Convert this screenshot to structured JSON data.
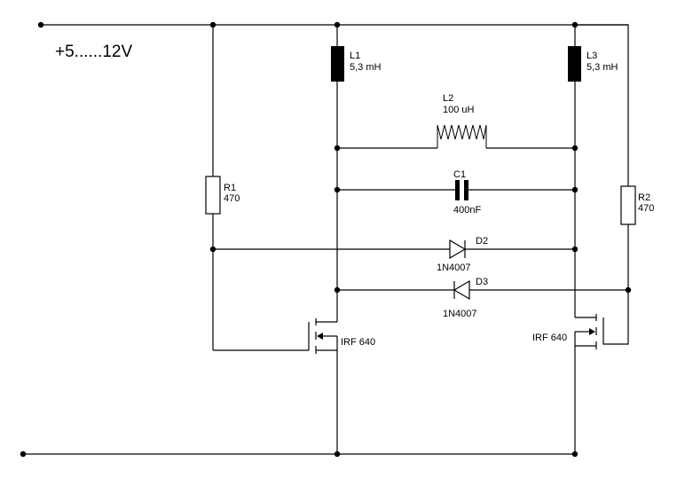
{
  "supply_label": "+5......12V",
  "components": {
    "L1": {
      "name": "L1",
      "value": "5,3 mH"
    },
    "L2": {
      "name": "L2",
      "value": "100 uH"
    },
    "L3": {
      "name": "L3",
      "value": "5,3 mH"
    },
    "C1": {
      "name": "C1",
      "value": "400nF"
    },
    "R1": {
      "name": "R1",
      "value": "470"
    },
    "R2": {
      "name": "R2",
      "value": "470"
    },
    "D2": {
      "name": "D2",
      "part": "1N4007"
    },
    "D3": {
      "name": "D3",
      "part": "1N4007"
    },
    "Q1": {
      "part": "IRF 640"
    },
    "Q2": {
      "part": "IRF 640"
    }
  }
}
